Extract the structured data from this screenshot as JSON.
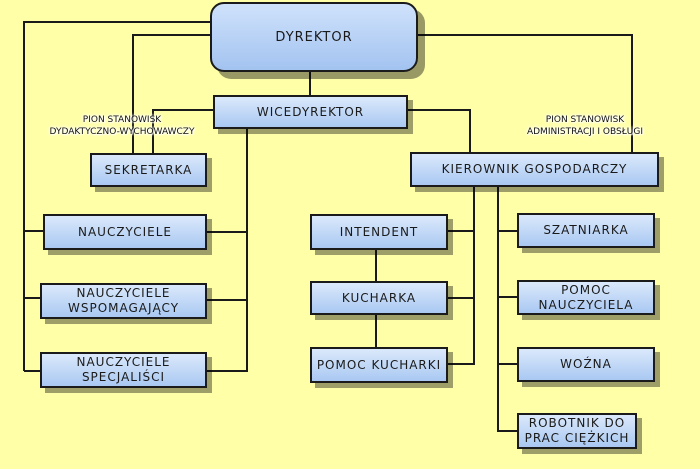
{
  "diagram": {
    "director": "DYREKTOR",
    "vice_director": "WICEDYREKTOR",
    "pion_left": {
      "line1": "PION STANOWISK",
      "line2": "DYDAKTYCZNO-WYCHOWAWCZY"
    },
    "pion_right": {
      "line1": "PION STANOWISK",
      "line2": "ADMINISTRACJI I OBSŁUGI"
    },
    "secretary": "SEKRETARKA",
    "teachers": "NAUCZYCIELE",
    "support_teachers": "NAUCZYCIELE WSPOMAGAJĄCY",
    "specialist_teachers": "NAUCZYCIELE SPECJALIŚCI",
    "facility_manager": "KIEROWNIK GOSPODARCZY",
    "steward": "INTENDENT",
    "cook": "KUCHARKA",
    "kitchen_helper": "POMOC KUCHARKI",
    "cloakroom_attendant": "SZATNIARKA",
    "teacher_assistant": "POMOC NAUCZYCIELA",
    "janitor": "WOŹNA",
    "heavy_worker": "ROBOTNIK DO PRAC CIĘŻKICH"
  }
}
